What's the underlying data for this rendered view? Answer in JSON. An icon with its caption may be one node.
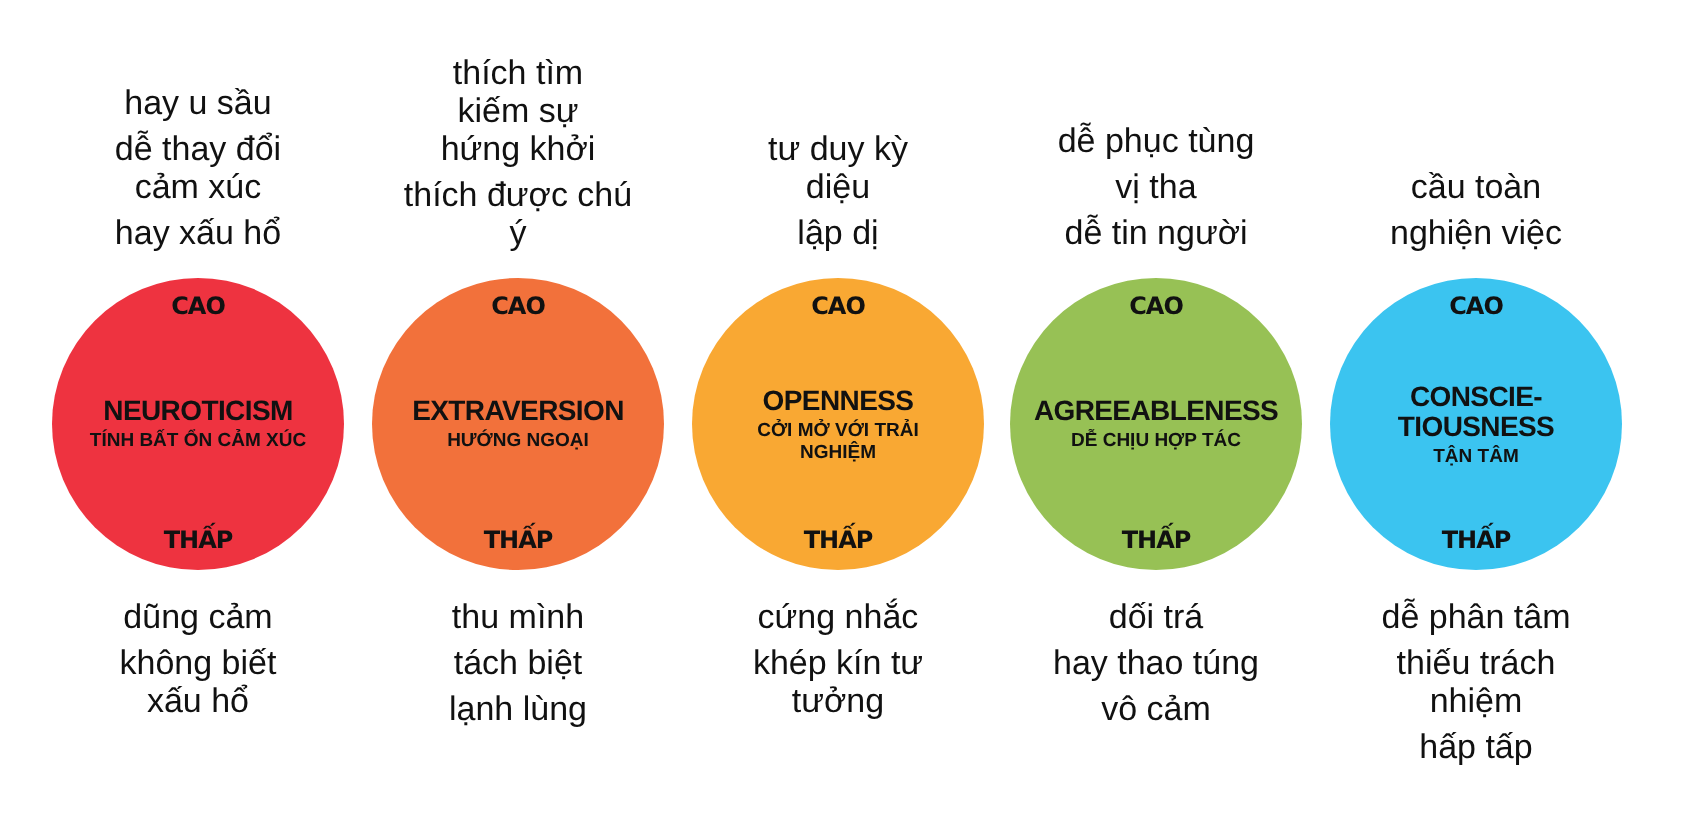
{
  "diagram": {
    "nodes": [
      {
        "text": [
          "CAO",
          "NEUROTICISM",
          "TÍNH BẤT ỔN CẢM XÚC",
          "THẤP"
        ],
        "beside": [
          "hay u sầu",
          "dễ thay đổi cảm xúc",
          "hay xấu hổ",
          "dũng cảm",
          "không biết xấu hổ"
        ]
      },
      {
        "text": [
          "CAO",
          "EXTRAVERSION",
          "HƯỚNG NGOẠI",
          "THẤP"
        ],
        "beside": [
          "thích tìm kiếm sự hứng khởi",
          "thích được chú ý",
          "thu mình",
          "tách biệt",
          "lạnh lùng"
        ]
      },
      {
        "text": [
          "CAO",
          "OPENNESS",
          "CỞI MỞ VỚI TRẢI NGHIỆM",
          "THẤP"
        ],
        "beside": [
          "tư duy kỳ diệu",
          "lập dị",
          "cứng nhắc",
          "khép kín tư tưởng"
        ]
      },
      {
        "text": [
          "CAO",
          "AGREEABLENESS",
          "DỄ CHỊU HỢP TÁC",
          "THẤP"
        ],
        "beside": [
          "dễ phục tùng",
          "vị tha",
          "dễ tin người",
          "dối trá",
          "hay thao túng",
          "vô cảm"
        ]
      },
      {
        "text": [
          "CAO",
          "CONSCIE- TIOUSNESS",
          "TẬN TÂM",
          "THẤP"
        ],
        "beside": [
          "cầu toàn",
          "nghiện việc",
          "dễ phân tâm",
          "thiếu trách nhiệm",
          "hấp tấp"
        ]
      }
    ]
  }
}
